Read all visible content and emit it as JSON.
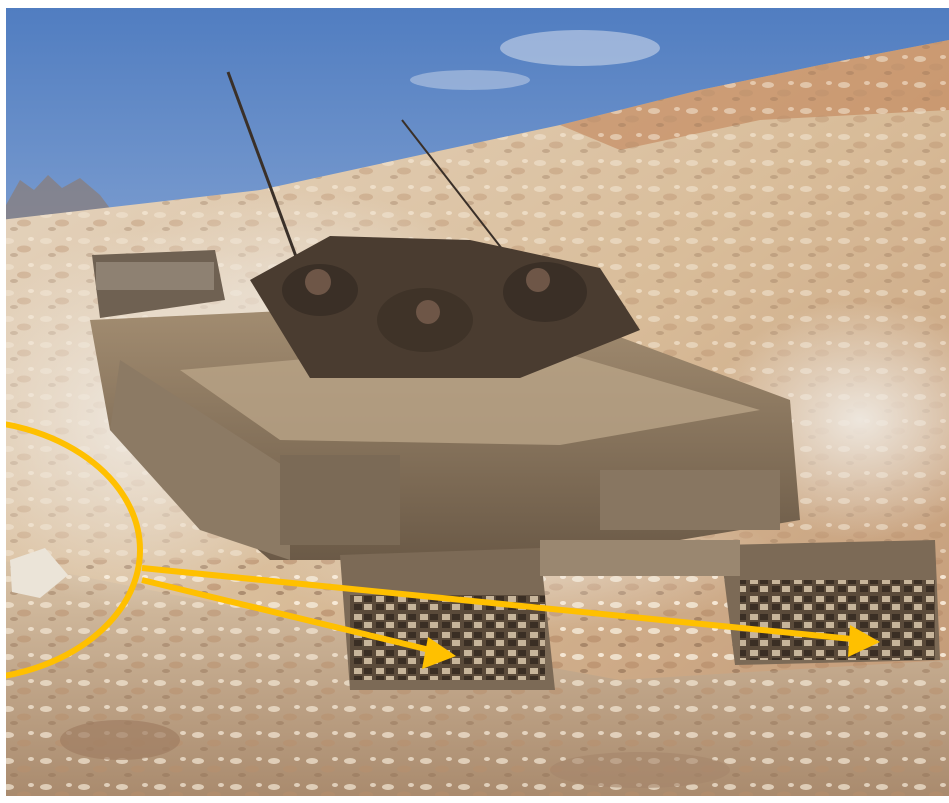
{
  "scene": {
    "subject": "tank",
    "environment": "rocky-hillside",
    "annotation": {
      "shape": "ellipse",
      "color": "#FFC000",
      "arrows": 2
    }
  },
  "colors": {
    "sky_top": "#5f86c4",
    "sky_bottom": "#cfd8e6",
    "hill_light": "#e4d2b8",
    "hill_dark": "#b08866",
    "dust": "#e9e1d6",
    "tank_body": "#8f7a60",
    "tank_dark": "#3b3128",
    "annotation": "#FFC000"
  }
}
